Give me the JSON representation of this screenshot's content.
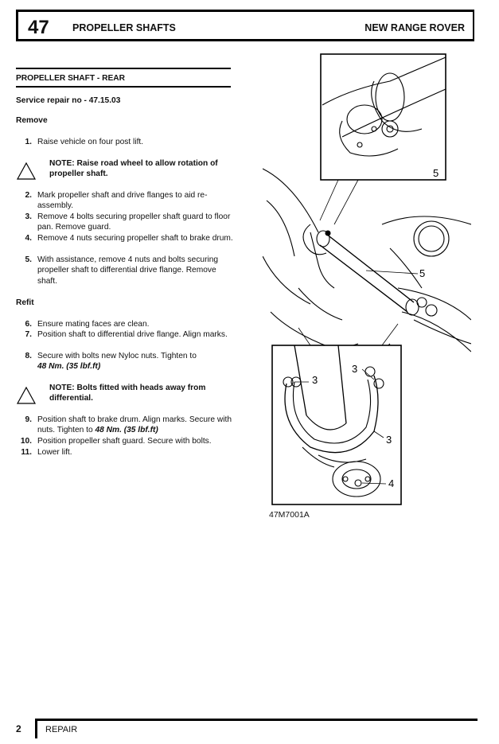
{
  "header": {
    "section_number": "47",
    "section_title": "PROPELLER SHAFTS",
    "vehicle": "NEW RANGE ROVER"
  },
  "content": {
    "title": "PROPELLER SHAFT - REAR",
    "service_repair": "Service repair no - 47.15.03",
    "remove_heading": "Remove",
    "remove_steps": [
      {
        "n": "1.",
        "text": "Raise vehicle on four post lift."
      },
      {
        "n": "2.",
        "text": "Mark propeller shaft and drive flanges to aid re-assembly."
      },
      {
        "n": "3.",
        "text": "Remove 4 bolts securing propeller shaft guard to floor pan. Remove guard."
      },
      {
        "n": "4.",
        "text": "Remove 4 nuts securing propeller shaft to brake drum."
      },
      {
        "n": "5.",
        "text": "With assistance, remove 4 nuts and bolts securing propeller shaft to differential drive flange. Remove shaft."
      }
    ],
    "note1": "NOTE: Raise road wheel to allow rotation of propeller shaft.",
    "refit_heading": "Refit",
    "refit_steps": [
      {
        "n": "6.",
        "text": "Ensure mating faces are clean."
      },
      {
        "n": "7.",
        "text": "Position shaft to differential drive flange. Align marks."
      },
      {
        "n": "8.",
        "text": "Secure with bolts new Nyloc nuts.  Tighten to",
        "torque": "48 Nm. (35 lbf.ft)"
      },
      {
        "n": "9.",
        "text": "Position shaft to brake drum. Align marks. Secure with nuts.  Tighten to",
        "torque": "48 Nm. (35 lbf.ft)"
      },
      {
        "n": "10.",
        "text": "Position propeller shaft guard. Secure with bolts."
      },
      {
        "n": "11.",
        "text": "Lower lift."
      }
    ],
    "note2": "NOTE: Bolts fitted with heads away from differential."
  },
  "figure": {
    "caption": "47M7001A",
    "callouts": [
      "5",
      "5",
      "3",
      "3",
      "3",
      "4"
    ],
    "icon": "technical-illustration"
  },
  "footer": {
    "page": "2",
    "label": "REPAIR"
  }
}
